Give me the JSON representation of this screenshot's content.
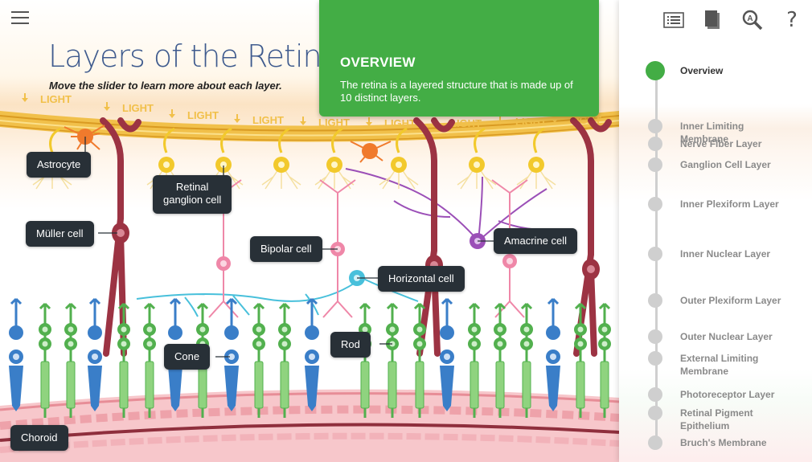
{
  "title": "Layers of the Retina",
  "subtitle": "Move the slider to learn more about each layer.",
  "overview": {
    "heading": "OVERVIEW",
    "text": "The retina is a layered structure that is made up of 10 distinct layers."
  },
  "light_label": "LIGHT",
  "labels": {
    "astrocyte": "Astrocyte",
    "retinal_ganglion_line1": "Retinal",
    "retinal_ganglion_line2": "ganglion cell",
    "muller": "Müller cell",
    "bipolar": "Bipolar cell",
    "amacrine": "Amacrine cell",
    "horizontal": "Horizontal cell",
    "cone": "Cone",
    "rod": "Rod",
    "choroid": "Choroid"
  },
  "toolbar": {
    "help": "?",
    "icons": [
      "list-icon",
      "book-icon",
      "search-glossary-icon",
      "help-icon"
    ]
  },
  "layers": [
    {
      "label": "Overview",
      "active": true
    },
    {
      "label": "Inner Limiting Membrane"
    },
    {
      "label": "Nerve Fiber Layer"
    },
    {
      "label": "Ganglion Cell Layer"
    },
    {
      "label": "Inner Plexiform Layer"
    },
    {
      "label": "Inner Nuclear Layer"
    },
    {
      "label": "Outer Plexiform Layer"
    },
    {
      "label": "Outer Nuclear Layer"
    },
    {
      "label": "External Limiting Membrane"
    },
    {
      "label": "Photoreceptor Layer"
    },
    {
      "label": "Retinal Pigment Epithelium"
    },
    {
      "label": "Bruch's Membrane"
    }
  ],
  "colors": {
    "accent": "#43ad45",
    "label_bg": "#283037",
    "title": "#3f5b8e",
    "muller": "#9c3343",
    "rod": "#52b04e",
    "cone": "#3a7ec8",
    "ganglion": "#f2c92c",
    "bipolar": "#ef87a8",
    "amacrine": "#9b4fb7",
    "horizontal": "#48c0db",
    "choroid": "#f6c1c7"
  }
}
